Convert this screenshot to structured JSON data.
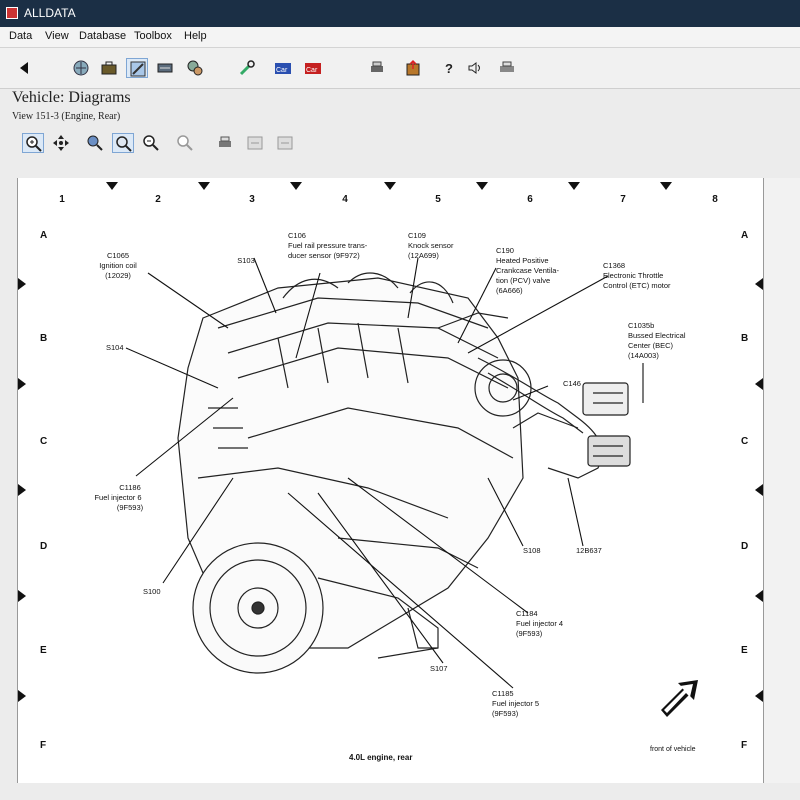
{
  "window": {
    "title": "ALLDATA"
  },
  "menu": {
    "items": [
      "Data",
      "View",
      "Database",
      "Toolbox",
      "Help"
    ]
  },
  "page": {
    "heading": "Vehicle:  Diagrams",
    "subheading": "View 151-3 (Engine, Rear)"
  },
  "grid": {
    "columns": [
      "1",
      "2",
      "3",
      "4",
      "5",
      "6",
      "7",
      "8"
    ],
    "rows": [
      "A",
      "B",
      "C",
      "D",
      "E",
      "F"
    ]
  },
  "callouts": {
    "c1065": [
      "C1065",
      "Ignition coil",
      "(12029)"
    ],
    "s103": [
      "S103"
    ],
    "c106": [
      "C106",
      "Fuel rail pressure trans-",
      "ducer sensor (9F972)"
    ],
    "c109": [
      "C109",
      "Knock sensor",
      "(12A699)"
    ],
    "c190": [
      "C190",
      "Heated Positive",
      "Crankcase Ventila-",
      "tion (PCV) valve",
      "(6A666)"
    ],
    "c1368": [
      "C1368",
      "Electronic Throttle",
      "Control (ETC) motor"
    ],
    "s104": [
      "S104"
    ],
    "c1035": [
      "C1035b",
      "Bussed Electrical",
      "Center (BEC)",
      "(14A003)"
    ],
    "c146": [
      "C146"
    ],
    "c1186": [
      "C1186",
      "Fuel injector 6",
      "(9F593)"
    ],
    "s108": [
      "S108"
    ],
    "part129": [
      "12B637"
    ],
    "s100": [
      "S100"
    ],
    "c1184": [
      "C1184",
      "Fuel injector 4",
      "(9F593)"
    ],
    "s107": [
      "S107"
    ],
    "c1185": [
      "C1185",
      "Fuel injector 5",
      "(9F593)"
    ],
    "caption": [
      "4.0L engine, rear"
    ],
    "front": [
      "front of vehicle"
    ]
  }
}
